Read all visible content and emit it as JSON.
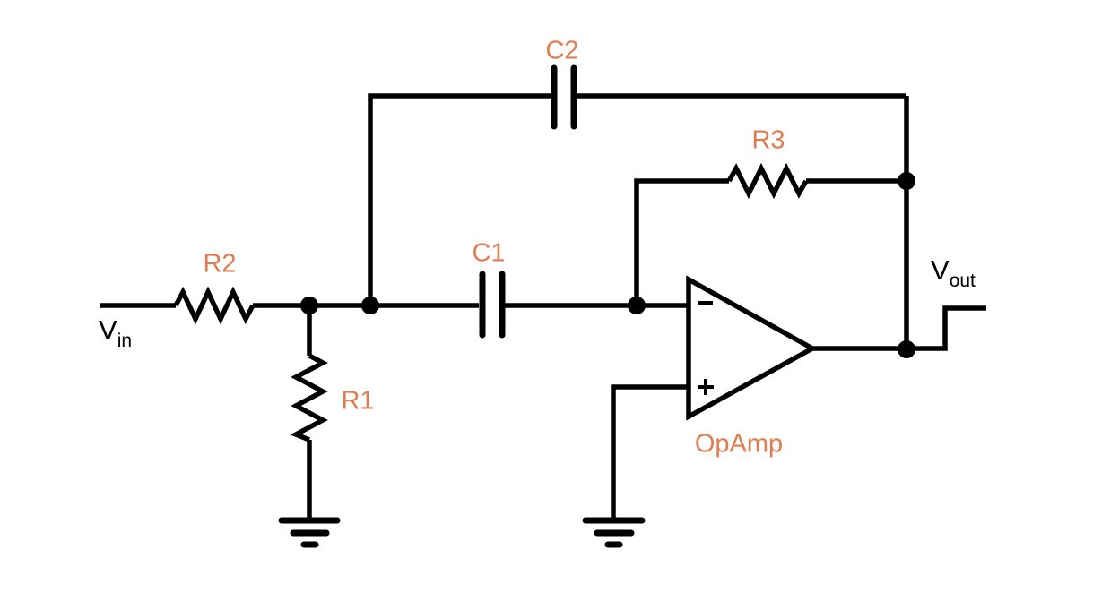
{
  "diagram": {
    "kind": "circuit-schematic",
    "description": "Op-amp multiple-feedback filter stage with input resistor, shunt resistor, coupling capacitor, feedback capacitor and feedback resistor"
  },
  "colors": {
    "wire": "#000000",
    "component_label": "#E07C50",
    "terminal_label": "#000000",
    "background": "#ffffff"
  },
  "labels": {
    "c2": "C2",
    "r3": "R3",
    "r2": "R2",
    "c1": "C1",
    "r1": "R1",
    "opamp": "OpAmp",
    "vin_main": "V",
    "vin_sub": "in",
    "vout_main": "V",
    "vout_sub": "out"
  },
  "components": [
    {
      "id": "R2",
      "type": "resistor",
      "orientation": "horizontal"
    },
    {
      "id": "R1",
      "type": "resistor",
      "orientation": "vertical"
    },
    {
      "id": "R3",
      "type": "resistor",
      "orientation": "horizontal"
    },
    {
      "id": "C1",
      "type": "capacitor",
      "orientation": "horizontal"
    },
    {
      "id": "C2",
      "type": "capacitor",
      "orientation": "horizontal"
    },
    {
      "id": "OpAmp",
      "type": "op-amp",
      "inverting_input_mark": "−",
      "non_inverting_input_mark": "+"
    }
  ],
  "terminals": [
    {
      "id": "Vin",
      "side": "left"
    },
    {
      "id": "Vout",
      "side": "right"
    }
  ],
  "ground_symbols": 2,
  "junction_dots": 5
}
